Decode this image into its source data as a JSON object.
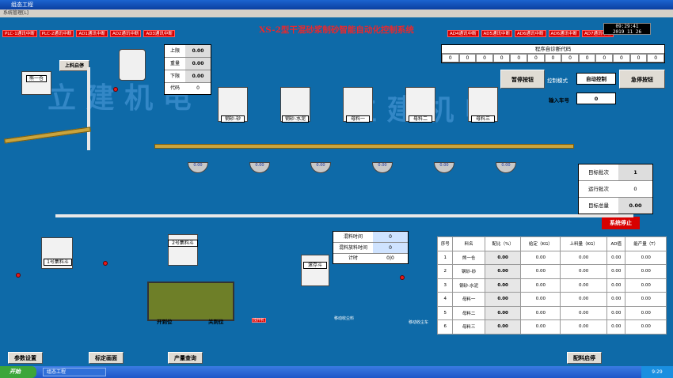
{
  "window": {
    "title": "组态工程",
    "menu": "系统管理[L]"
  },
  "header": {
    "title": "XS-2型干混砂浆制砂智能自动化控制系统",
    "comm_left": [
      "PLC-1通讯中断",
      "PLC-2通讯中断",
      "AD1通讯中断",
      "AD2通讯中断",
      "AD3通讯中断"
    ],
    "comm_right": [
      "AD4通讯中断",
      "AD5通讯中断",
      "AD6通讯中断",
      "AD6通讯中断",
      "AD7通讯中断"
    ],
    "clock_time": "09:29:41",
    "clock_date": "2019  11  26"
  },
  "limits": {
    "rows": [
      {
        "label": "上限",
        "value": "0.00"
      },
      {
        "label": "重量",
        "value": "0.00"
      },
      {
        "label": "下限",
        "value": "0.00"
      },
      {
        "label": "代码",
        "value": "0"
      }
    ]
  },
  "diag": {
    "title": "程序自诊断代码",
    "codes": [
      "0",
      "0",
      "0",
      "0",
      "0",
      "0",
      "0",
      "0",
      "0",
      "0",
      "0",
      "0",
      "0"
    ]
  },
  "controls": {
    "pause_label": "暂停按钮",
    "mode_label": "控制模式",
    "mode_value": "自动控制",
    "estop_label": "急停按钮",
    "truck_label": "输入车号",
    "truck_value": "0"
  },
  "batch": {
    "rows": [
      {
        "label": "目标批次",
        "value": "1"
      },
      {
        "label": "运行批次",
        "value": "0"
      },
      {
        "label": "目标总量",
        "value": "0.00"
      }
    ],
    "stop_label": "系统停止"
  },
  "process": {
    "raw_silo": "熊一仓",
    "feed_button": "上料启停",
    "silos": [
      "钢砂-砂",
      "钢砂-水泥",
      "母料一",
      "母料二",
      "母料三"
    ],
    "gauge_value": "0.00",
    "mixer1": "1号集料斗",
    "mixer2": "2号集料斗",
    "storage": "滚存斗",
    "mixer_left_label": "开到位",
    "mixer_right_label": "关到位",
    "motor_label": "搅拌机",
    "move_left": "移动收尘料",
    "move_right": "移动收尘车"
  },
  "timers": {
    "rows": [
      {
        "label": "混料时间",
        "value": "0"
      },
      {
        "label": "混料放料时间",
        "value": "0"
      },
      {
        "label": "计时",
        "value": "0|0"
      }
    ]
  },
  "recipe": {
    "headers": [
      "序号",
      "料名",
      "配比（%）",
      "给定（KG）",
      "上料量（KG）",
      "AD值",
      "能产量（T）"
    ],
    "rows": [
      {
        "no": "1",
        "name": "熊一仓",
        "ratio": "0.00",
        "set": "0.00",
        "load": "0.00",
        "ad": "0.00",
        "out": "0.00"
      },
      {
        "no": "2",
        "name": "钢砂-砂",
        "ratio": "0.00",
        "set": "0.00",
        "load": "0.00",
        "ad": "0.00",
        "out": "0.00"
      },
      {
        "no": "3",
        "name": "钢砂-水泥",
        "ratio": "0.00",
        "set": "0.00",
        "load": "0.00",
        "ad": "0.00",
        "out": "0.00"
      },
      {
        "no": "4",
        "name": "母料一",
        "ratio": "0.00",
        "set": "0.00",
        "load": "0.00",
        "ad": "0.00",
        "out": "0.00"
      },
      {
        "no": "5",
        "name": "母料二",
        "ratio": "0.00",
        "set": "0.00",
        "load": "0.00",
        "ad": "0.00",
        "out": "0.00"
      },
      {
        "no": "6",
        "name": "母料三",
        "ratio": "0.00",
        "set": "0.00",
        "load": "0.00",
        "ad": "0.00",
        "out": "0.00"
      }
    ]
  },
  "bottom": {
    "params": "参数设置",
    "calib": "标定画面",
    "query": "产量查询",
    "dosing": "配料启停"
  },
  "taskbar": {
    "start": "开始",
    "task": "组态工程",
    "time": "9:29"
  },
  "colors": {
    "background": "#0e6aa8",
    "alarm": "#d80000",
    "title": "#e9282d",
    "conveyor": "#c9a43d"
  }
}
